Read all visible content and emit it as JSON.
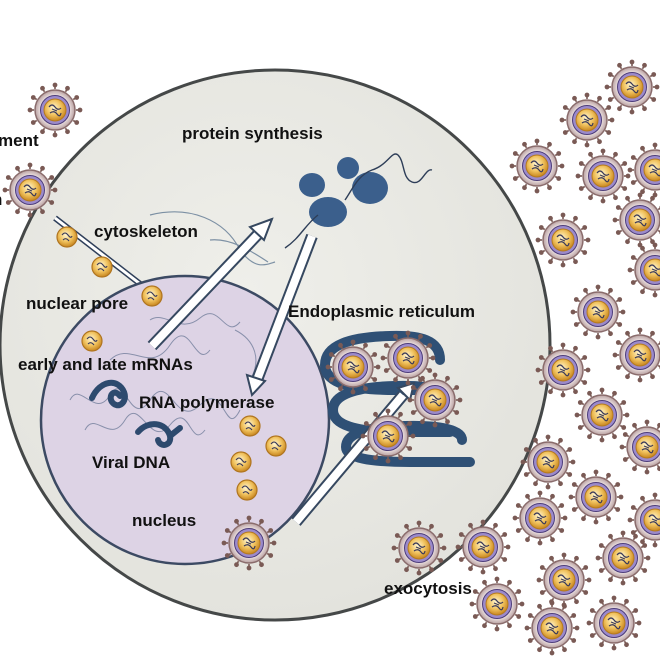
{
  "labels": {
    "ment": "ment",
    "n": "n",
    "protein_synthesis": "protein synthesis",
    "cytoskeleton": "cytoskeleton",
    "nuclear_pore": "nuclear pore",
    "endoplasmic_reticulum": "Endoplasmic reticulum",
    "early_late_mrnas": "early and late mRNAs",
    "rna_polymerase": "RNA polymerase",
    "viral_dna": "Viral DNA",
    "nucleus": "nucleus",
    "exocytosis": "exocytosis"
  },
  "colors": {
    "cell_fill": "#e9e9e3",
    "cell_stroke": "#454848",
    "nucleus_fill": "#ddd3e5",
    "nucleus_stroke": "#3c4a63",
    "er_color": "#2f5075",
    "ribosome_color": "#3b5f8c",
    "virion_membrane": "#7c5c5c",
    "virion_inner": "#9e8ccd",
    "capsid_gold": "#e0a73e",
    "arrow_fill": "#ffffff",
    "arrow_stroke": "#364860"
  },
  "icons": {
    "virion": "virus-particle-icon",
    "core": "viral-core-icon",
    "ribosome": "ribosome-icon",
    "dna": "viral-dna-icon"
  }
}
